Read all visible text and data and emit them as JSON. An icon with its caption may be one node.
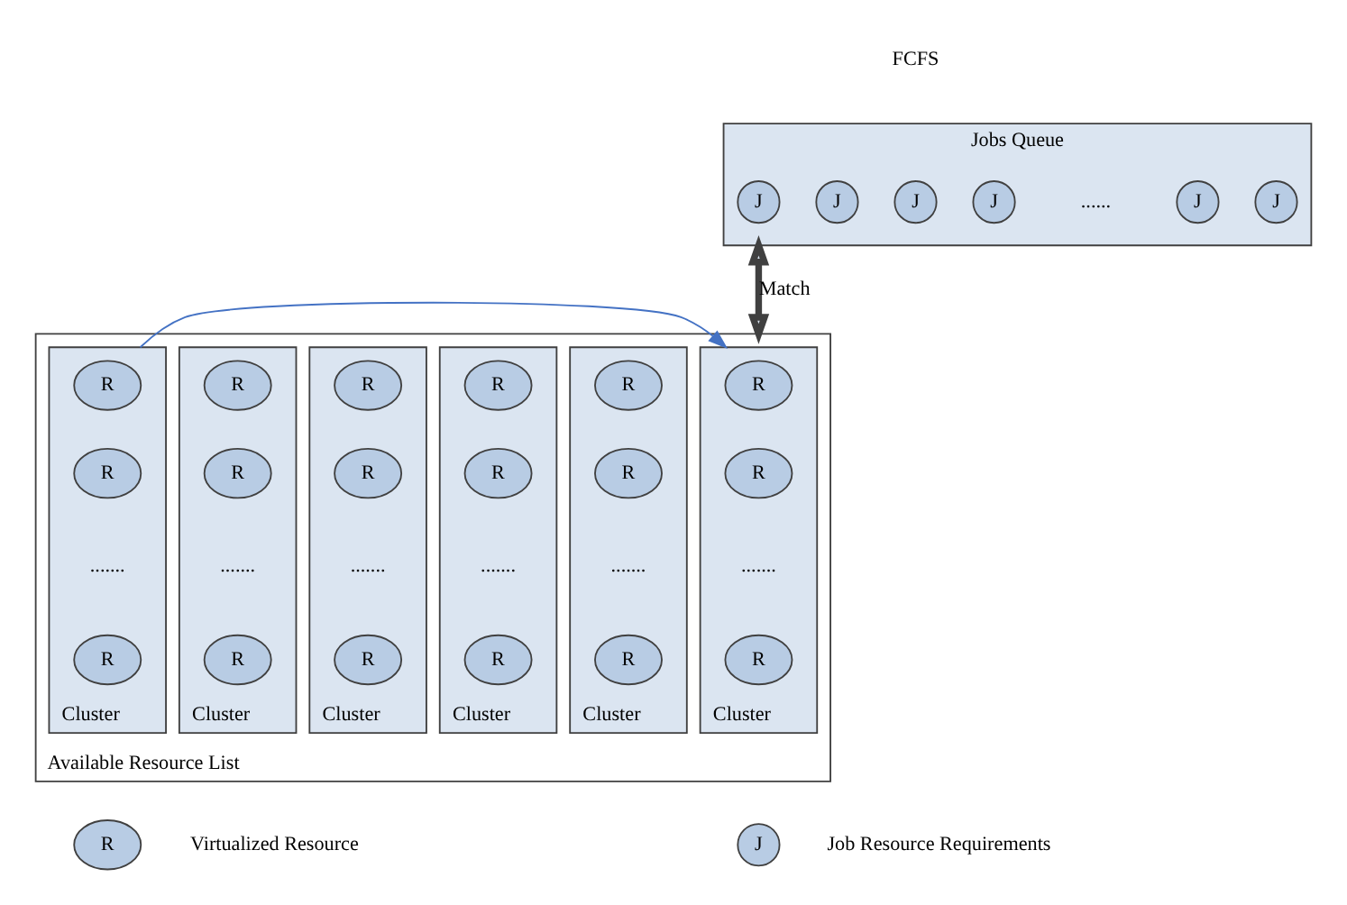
{
  "diagram": {
    "nodes": [
      {
        "text": [
          "Jobs Queue"
        ]
      },
      {
        "text": [
          "J"
        ],
        "in": 0
      },
      {
        "text": [
          "J"
        ],
        "in": 0
      },
      {
        "text": [
          "J"
        ],
        "in": 0
      },
      {
        "text": [
          "J"
        ],
        "in": 0
      },
      {
        "text": [
          "J"
        ],
        "in": 0
      },
      {
        "text": [
          "J"
        ],
        "in": 0
      },
      {
        "text": [
          "Available Resource List"
        ]
      },
      {
        "text": [
          "Cluster"
        ],
        "in": 7
      },
      {
        "text": [
          "R"
        ],
        "in": 8
      },
      {
        "text": [
          "R"
        ],
        "in": 8
      },
      {
        "text": [
          "R"
        ],
        "in": 8
      },
      {
        "text": [
          "Cluster"
        ],
        "in": 7
      },
      {
        "text": [
          "R"
        ],
        "in": 12
      },
      {
        "text": [
          "R"
        ],
        "in": 12
      },
      {
        "text": [
          "R"
        ],
        "in": 12
      },
      {
        "text": [
          "Cluster"
        ],
        "in": 7
      },
      {
        "text": [
          "R"
        ],
        "in": 16
      },
      {
        "text": [
          "R"
        ],
        "in": 16
      },
      {
        "text": [
          "R"
        ],
        "in": 16
      },
      {
        "text": [
          "Cluster"
        ],
        "in": 7
      },
      {
        "text": [
          "R"
        ],
        "in": 20
      },
      {
        "text": [
          "R"
        ],
        "in": 20
      },
      {
        "text": [
          "R"
        ],
        "in": 20
      },
      {
        "text": [
          "Cluster"
        ],
        "in": 7
      },
      {
        "text": [
          "R"
        ],
        "in": 24
      },
      {
        "text": [
          "R"
        ],
        "in": 24
      },
      {
        "text": [
          "R"
        ],
        "in": 24
      },
      {
        "text": [
          "Cluster"
        ],
        "in": 7
      },
      {
        "text": [
          "R"
        ],
        "in": 28
      },
      {
        "text": [
          "R"
        ],
        "in": 28
      },
      {
        "text": [
          "R"
        ],
        "in": 28
      },
      {
        "text": [
          "J"
        ],
        "beside": [
          "Job Resource Requirements"
        ]
      },
      {
        "text": [
          "R"
        ],
        "beside": [
          "Virtualized Resource"
        ]
      }
    ],
    "edges": [
      {
        "from": 0,
        "to": 7,
        "arrow": "both",
        "label": "Match",
        "style": "thick"
      },
      {
        "from": 28,
        "to": 8,
        "arrow": "to",
        "color": "#4472c4"
      }
    ],
    "labels": [
      "FCFS",
      "......",
      ".......",
      ".......",
      ".......",
      ".......",
      ".......",
      "......."
    ]
  }
}
